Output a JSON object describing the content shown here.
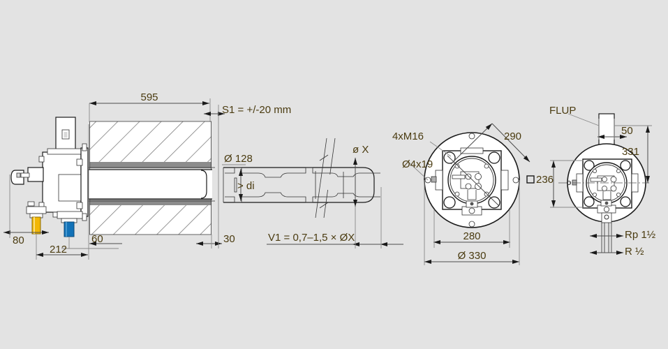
{
  "drawing": {
    "title": "Burner installation dimension drawing",
    "background_color": "#e3e3e3",
    "dimension_text_color": "#4a3b10",
    "accent_yellow": "#f2b705",
    "accent_blue": "#1272b8"
  },
  "views": {
    "section_view": {
      "name": "longitudinal-section-view",
      "labels": {
        "len_595": "595",
        "s1_tolerance": "S1 = +/-20 mm",
        "dia_128": "Ø 128",
        "inner_dia": "> di",
        "dia_x": "ø X",
        "dim_80": "80",
        "dim_212": "212",
        "dim_60": "60",
        "dim_30": "30",
        "v1_formula": "V1 =  0,7–1,5 × ØX"
      }
    },
    "front_view_left": {
      "name": "front-flange-view",
      "labels": {
        "bolts_m16": "4xM16",
        "holes_4x19": "Ø4x19",
        "diag_290": "290",
        "square_236": "236",
        "dim_280": "280",
        "dia_330": "Ø 330"
      },
      "square_symbol": "▫"
    },
    "front_view_right": {
      "name": "front-flange-view-connections",
      "labels": {
        "flup": "FLUP",
        "dim_50": "50",
        "dim_331": "331",
        "thread_rp": "Rp 1½",
        "thread_r": "R ½"
      }
    }
  }
}
